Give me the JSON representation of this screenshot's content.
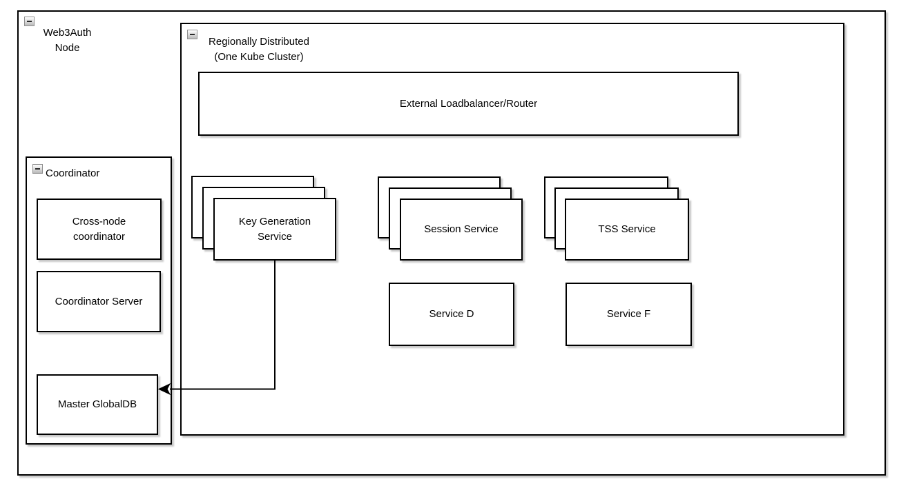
{
  "canvas": {
    "background": "#ffffff",
    "stroke_color": "#000000",
    "shape_fill": "#ffffff"
  },
  "outer_container": {
    "label": "Web3Auth\nNode",
    "collapse_icon": "minus"
  },
  "kube_container": {
    "label": "Regionally Distributed\n(One Kube Cluster)",
    "collapse_icon": "minus"
  },
  "load_balancer": {
    "label": "External Loadbalancer/Router"
  },
  "stacks": {
    "key_generation": {
      "label": "Key Generation\nService",
      "replicas_shown": 3
    },
    "session": {
      "label": "Session Service",
      "replicas_shown": 3
    },
    "tss": {
      "label": "TSS Service",
      "replicas_shown": 3
    }
  },
  "service_d": {
    "label": "Service D"
  },
  "service_f": {
    "label": "Service F"
  },
  "coordinator": {
    "label": "Coordinator",
    "collapse_icon": "minus",
    "children": {
      "cross_node": {
        "label": "Cross-node\ncoordinator"
      },
      "server": {
        "label": "Coordinator Server"
      },
      "global_db": {
        "label": "Master GlobalDB"
      }
    }
  },
  "edge": {
    "from": "Key Generation Service",
    "to": "Master GlobalDB",
    "arrowhead": "classic-left"
  }
}
